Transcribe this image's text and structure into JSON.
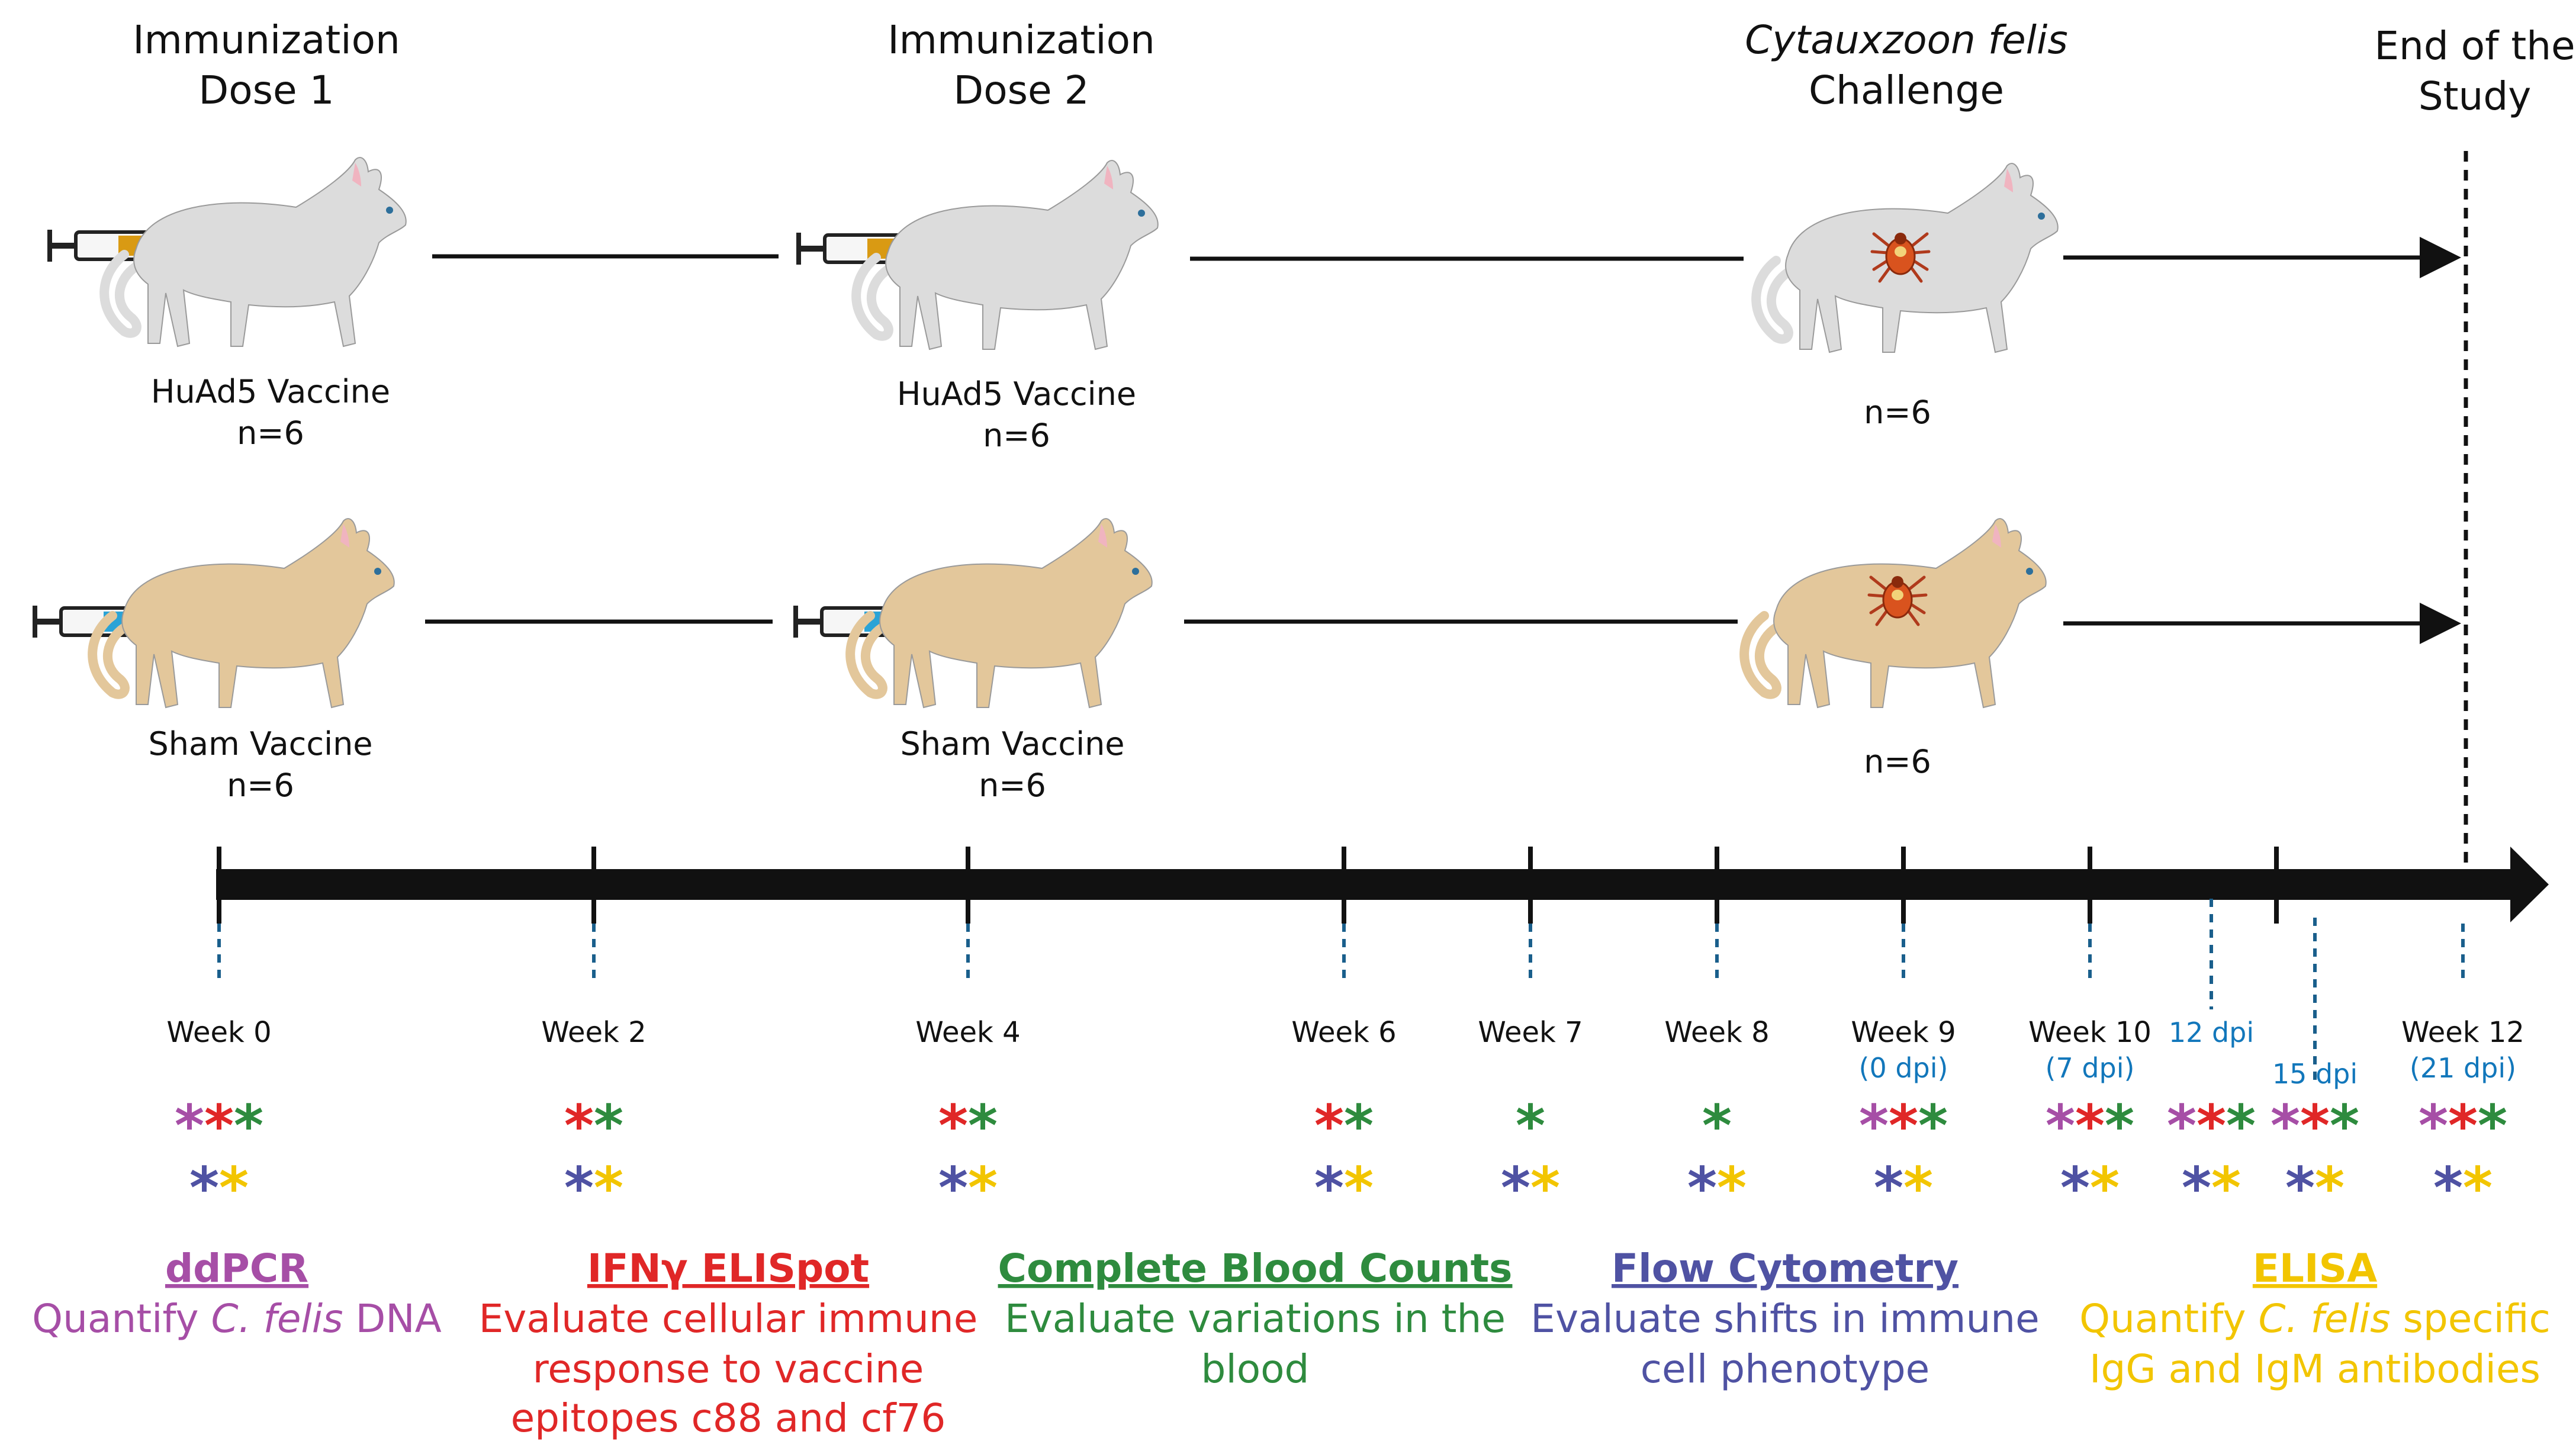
{
  "phases": {
    "dose1": {
      "line1": "Immunization",
      "line2": "Dose 1"
    },
    "dose2": {
      "line1": "Immunization",
      "line2": "Dose 2"
    },
    "challenge": {
      "line1": "Cytauxzoon felis",
      "line2": "Challenge"
    },
    "end": {
      "line1": "End of the",
      "line2": "Study"
    }
  },
  "groups": {
    "huad5_d1": {
      "label": "HuAd5 Vaccine",
      "n": "n=6"
    },
    "huad5_d2": {
      "label": "HuAd5 Vaccine",
      "n": "n=6"
    },
    "huad5_ch": {
      "n": "n=6"
    },
    "sham_d1": {
      "label": "Sham Vaccine",
      "n": "n=6"
    },
    "sham_d2": {
      "label": "Sham Vaccine",
      "n": "n=6"
    },
    "sham_ch": {
      "n": "n=6"
    }
  },
  "timepoints": [
    {
      "label": "Week 0",
      "sub": "",
      "top": [
        "ddpcr",
        "elispot",
        "cbc"
      ],
      "bottom": [
        "flow",
        "elisa"
      ]
    },
    {
      "label": "Week 2",
      "sub": "",
      "top": [
        "elispot",
        "cbc"
      ],
      "bottom": [
        "flow",
        "elisa"
      ]
    },
    {
      "label": "Week 4",
      "sub": "",
      "top": [
        "elispot",
        "cbc"
      ],
      "bottom": [
        "flow",
        "elisa"
      ]
    },
    {
      "label": "Week 6",
      "sub": "",
      "top": [
        "elispot",
        "cbc"
      ],
      "bottom": [
        "flow",
        "elisa"
      ]
    },
    {
      "label": "Week 7",
      "sub": "",
      "top": [
        "cbc"
      ],
      "bottom": [
        "flow",
        "elisa"
      ]
    },
    {
      "label": "Week 8",
      "sub": "",
      "top": [
        "cbc"
      ],
      "bottom": [
        "flow",
        "elisa"
      ]
    },
    {
      "label": "Week 9",
      "sub": "(0 dpi)",
      "top": [
        "ddpcr",
        "elispot",
        "cbc"
      ],
      "bottom": [
        "flow",
        "elisa"
      ]
    },
    {
      "label": "Week 10",
      "sub": "(7 dpi)",
      "top": [
        "ddpcr",
        "elispot",
        "cbc"
      ],
      "bottom": [
        "flow",
        "elisa"
      ]
    },
    {
      "label": "",
      "sub": "12 dpi",
      "top": [
        "ddpcr",
        "elispot",
        "cbc"
      ],
      "bottom": [
        "flow",
        "elisa"
      ]
    },
    {
      "label": "",
      "sub": "15 dpi",
      "top": [
        "ddpcr",
        "elispot",
        "cbc"
      ],
      "bottom": [
        "flow",
        "elisa"
      ]
    },
    {
      "label": "Week 12",
      "sub": "(21 dpi)",
      "top": [
        "ddpcr",
        "elispot",
        "cbc"
      ],
      "bottom": [
        "flow",
        "elisa"
      ]
    }
  ],
  "assays": {
    "ddpcr": {
      "title": "ddPCR",
      "desc_pre": "Quantify ",
      "desc_em": "C. felis",
      "desc_post": " DNA",
      "color": "#a64ea6"
    },
    "elispot": {
      "title": "IFNγ ELISpot",
      "desc1": "Evaluate cellular immune",
      "desc2": "response to vaccine",
      "desc3": "epitopes c88 and cf76",
      "color": "#e02727"
    },
    "cbc": {
      "title": "Complete Blood Counts",
      "desc1": "Evaluate variations in the",
      "desc2": "blood",
      "color": "#2e8b3e"
    },
    "flow": {
      "title": "Flow Cytometry",
      "desc1": "Evaluate shifts in immune",
      "desc2": "cell phenotype",
      "color": "#4f52a3"
    },
    "elisa": {
      "title": "ELISA",
      "desc1_pre": "Quantify ",
      "desc1_em": "C. felis",
      "desc1_post": " specific",
      "desc2": "IgG and IgM antibodies",
      "color": "#f2c500"
    }
  },
  "colors": {
    "timeline": "#111111",
    "dashed_marker": "#1a5f8c",
    "dpi_text": "#1277bb",
    "cat_gray": "#dcdcdc",
    "cat_tan": "#e3c79b",
    "tick": "#c0392b",
    "syringe_vaccine": "#d99a13",
    "syringe_sham": "#2aa3d6"
  },
  "icons": {
    "syringe": "syringe-icon",
    "cat": "cat-icon",
    "tick": "tick-icon",
    "star": "asterisk-icon"
  }
}
